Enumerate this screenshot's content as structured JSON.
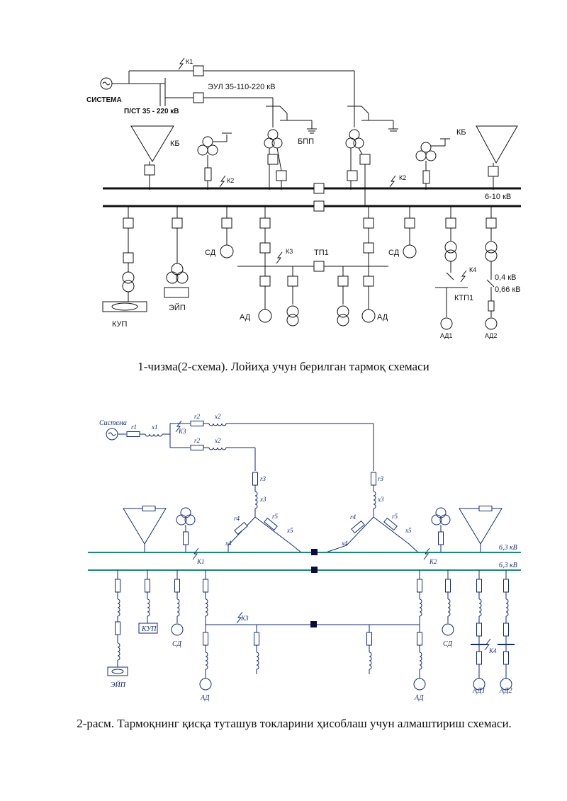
{
  "figure1": {
    "caption": "1-чизма(2-схема). Лойиҳа учун берилган тармоқ схемаси",
    "labels": {
      "system": "СИСТЕМА",
      "k1": "К1",
      "line": "ЭУЛ 35-110-220 кВ",
      "substation": "П/СТ 35 - 220 кВ",
      "kb_left": "КБ",
      "kb_right": "КБ",
      "bpp": "БПП",
      "k2_left": "К2",
      "k2_right": "К2",
      "bus_voltage": "6-10 кВ",
      "sd_left": "СД",
      "sd_right": "СД",
      "k3": "К3",
      "tp1": "ТП1",
      "ad_left": "АД",
      "ad_right": "АД",
      "kup": "КУП",
      "eyp": "ЭЙП",
      "k4": "К4",
      "v04": "0,4 кВ",
      "v066": "0,66 кВ",
      "ktp1": "КТП1",
      "ad1": "АД1",
      "ad2": "АД2"
    }
  },
  "figure2": {
    "caption": "2-расм. Тармоқнинг қисқа туташув токларини ҳисоблаш учун алмаштириш схемаси.",
    "labels": {
      "system": "Система",
      "r1": "r1",
      "x1": "x1",
      "k3": "K3",
      "r2": "r2",
      "x2": "x2",
      "r2b": "r2",
      "x2b": "x2",
      "r3l": "r3",
      "x3l": "x3",
      "r3r": "r3",
      "x3r": "x3",
      "r4l": "r4",
      "x4l": "x4",
      "r5l": "r5",
      "x5l": "x5",
      "r4r": "r4",
      "x4r": "x4",
      "r5r": "r5",
      "x5r": "x5",
      "k1": "K1",
      "k2": "K2",
      "k3b": "K3",
      "k4": "K4",
      "bus1": "6,3 кВ",
      "bus2": "6,3 кВ",
      "eyp": "ЭЙП",
      "kup": "КУП",
      "sd_left": "СД",
      "sd_right": "СД",
      "ad_left": "АД",
      "ad_right": "АД",
      "ad1": "АД1",
      "ad2": "АД2"
    }
  }
}
